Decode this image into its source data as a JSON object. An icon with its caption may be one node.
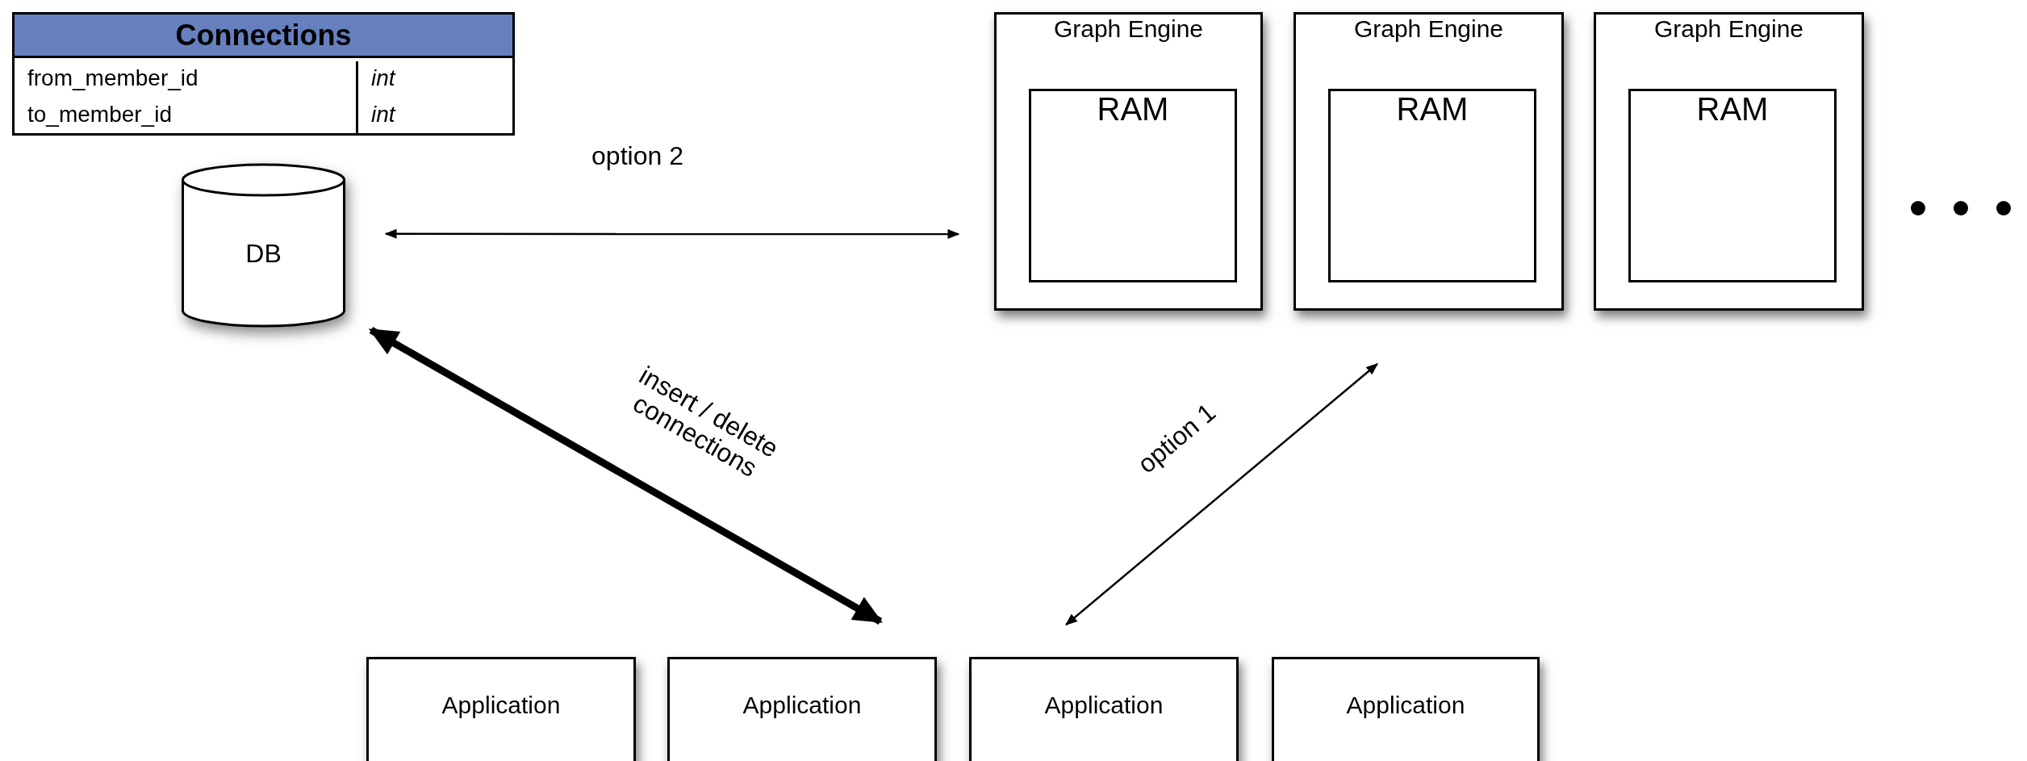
{
  "diagram": {
    "nodes": [
      {
        "text": [
          "Connections",
          "from_member_id",
          "int",
          "to_member_id",
          "int"
        ]
      },
      {
        "text": [
          "DB"
        ]
      },
      {
        "text": [
          "Graph Engine"
        ]
      },
      {
        "text": [
          "Graph Engine"
        ]
      },
      {
        "text": [
          "Graph Engine"
        ]
      },
      {
        "text": [
          "RAM"
        ],
        "in": 2
      },
      {
        "text": [
          "RAM"
        ],
        "in": 3
      },
      {
        "text": [
          "RAM"
        ],
        "in": 4
      },
      {
        "text": [
          "Application"
        ]
      },
      {
        "text": [
          "Application"
        ]
      },
      {
        "text": [
          "Application"
        ]
      },
      {
        "text": [
          "Application"
        ]
      }
    ],
    "edges": [
      {
        "from": 1,
        "to": 2,
        "arrow": "both",
        "label": "option 2"
      },
      {
        "from": 1,
        "to": 9,
        "arrow": "both",
        "style": "thick",
        "label": "insert / delete connections"
      },
      {
        "from": 10,
        "to": 3,
        "arrow": "both",
        "label": "option 1"
      }
    ]
  }
}
